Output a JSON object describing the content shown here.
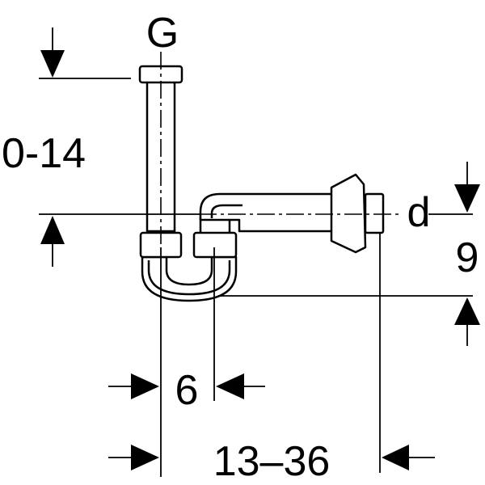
{
  "labels": {
    "thread": "G",
    "height_range": "0-14",
    "pipe_diameter": "d",
    "outlet_height": "9",
    "pipe_spacing": "6",
    "outlet_reach": "13–36"
  }
}
